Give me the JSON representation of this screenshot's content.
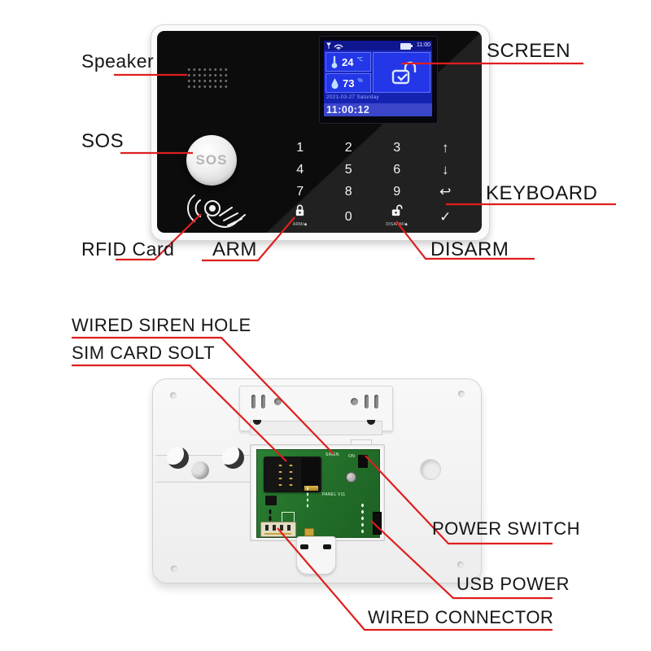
{
  "colors": {
    "leader_red": "#e01e1e",
    "screen_blue": "#1a27c0",
    "pcb_green": "#267a2c",
    "device_black": "#0c0c0c"
  },
  "annotations": {
    "speaker": "Speaker",
    "sos": "SOS",
    "rfid": "RFID Card",
    "screen": "SCREEN",
    "keyboard": "KEYBOARD",
    "arm": "ARM",
    "disarm": "DISARM",
    "siren_hole": "WIRED SIREN HOLE",
    "sim_slot": "SIM CARD SOLT",
    "power_switch": "POWER SWITCH",
    "usb_power": "USB POWER",
    "wired_connector": "WIRED CONNECTOR"
  },
  "front": {
    "sos_button": "SOS",
    "screen": {
      "status_time": "11:00",
      "temp_value": "24",
      "temp_unit": "℃",
      "humidity_value": "73",
      "humidity_unit": "%",
      "date": "2021-03-27 Saturday",
      "time": "11:00:12"
    },
    "keypad": {
      "keys": [
        "1",
        "2",
        "3",
        "↑",
        "4",
        "5",
        "6",
        "↓",
        "7",
        "8",
        "9",
        "↩",
        "0",
        "✓"
      ],
      "arm_sub": "ARM/◆",
      "disarm_sub": "DISARM/◆"
    }
  },
  "pcb": {
    "siren": "SIREN",
    "on": "ON",
    "panel": "PANEL V11"
  }
}
